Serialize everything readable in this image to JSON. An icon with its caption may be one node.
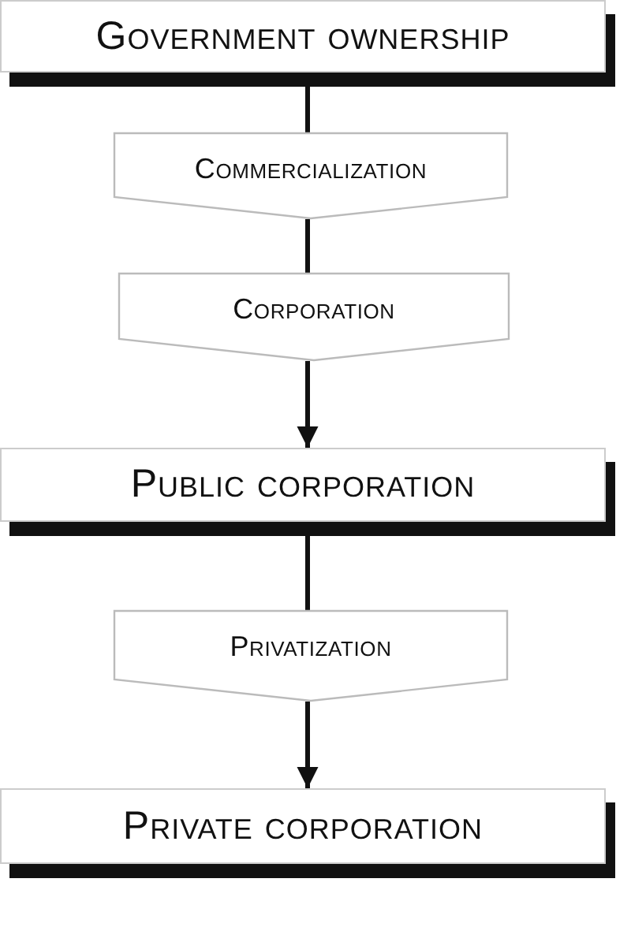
{
  "diagram": {
    "nodes": [
      {
        "text": [
          "Government ownership"
        ]
      },
      {
        "text": [
          "Commercialization"
        ]
      },
      {
        "text": [
          "Corporation"
        ]
      },
      {
        "text": [
          "Public corporation"
        ]
      },
      {
        "text": [
          "Privatization"
        ]
      },
      {
        "text": [
          "Private corporation"
        ]
      }
    ],
    "edges": [
      {
        "from": 0,
        "to": 1,
        "arrow": "none"
      },
      {
        "from": 1,
        "to": 2,
        "arrow": "none"
      },
      {
        "from": 2,
        "to": 3,
        "arrow": "to"
      },
      {
        "from": 3,
        "to": 4,
        "arrow": "none"
      },
      {
        "from": 4,
        "to": 5,
        "arrow": "to"
      }
    ]
  }
}
